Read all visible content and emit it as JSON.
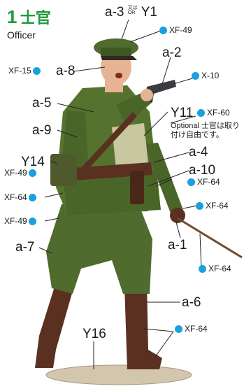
{
  "header": {
    "step_number": "1",
    "step_title": "士官",
    "subtitle": "Officer"
  },
  "parts": {
    "a3_y1": "a-3",
    "a3_y1_or": "又は",
    "a3_y1_or_en": "OR",
    "y1": "Y1",
    "a2": "a-2",
    "a8": "a-8",
    "a5": "a-5",
    "a9": "a-9",
    "y11": "Y11",
    "a4": "a-4",
    "y14": "Y14",
    "a10": "a-10",
    "a1": "a-1",
    "a7": "a-7",
    "a6": "a-6",
    "y16": "Y16"
  },
  "paints": {
    "cap": "XF-49",
    "hair": "XF-15",
    "pistol": "X-10",
    "y11": "XF-60",
    "y14": "XF-49",
    "belt": "XF-64",
    "pouch": "XF-64",
    "glove": "XF-64",
    "jacket": "XF-49",
    "stick": "XF-64",
    "boots": "XF-64"
  },
  "note": {
    "optional": "Optional",
    "text": "士官は取り付け自由です。"
  },
  "colors": {
    "accent": "#1e9a3c",
    "dot": "#1aa0dc",
    "uniform": "#4f6b2e",
    "uniform_dark": "#34481c",
    "leather": "#5a3120",
    "skin": "#e6b393",
    "base": "#d4c5ad"
  }
}
